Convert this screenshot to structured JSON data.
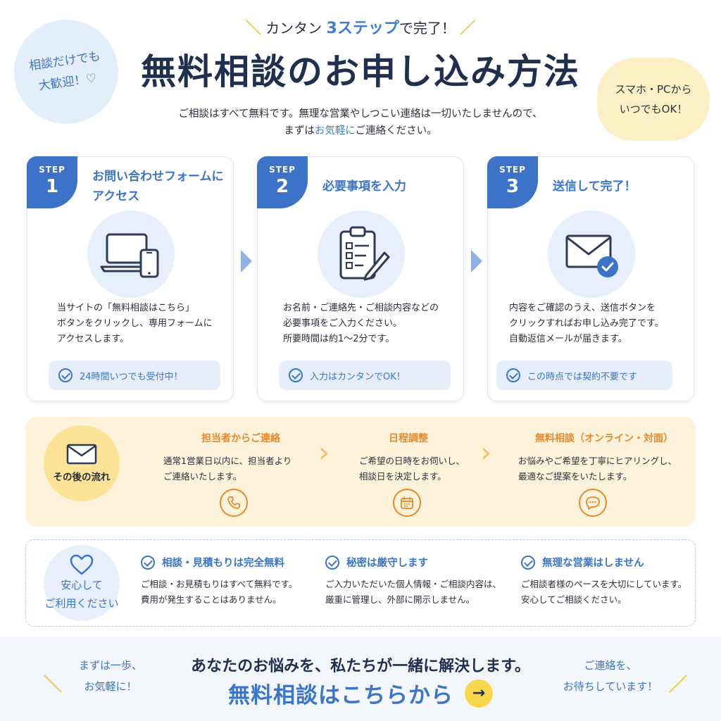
{
  "header": {
    "badge_left": [
      "相談だけでも",
      "大歓迎！♡"
    ],
    "badge_right": [
      "スマホ・PCから",
      "いつでもOK！"
    ],
    "eyebrow_prefix": "カンタン",
    "eyebrow_highlight": "3ステップ",
    "eyebrow_suffix": "で完了！",
    "title": "無料相談のお申し込み方法",
    "lead_line1": "ご相談はすべて無料です。無理な営業やしつこい連絡は一切いたしませんので、",
    "lead_line2_pre": "まずは",
    "lead_line2_hl": "お気軽に",
    "lead_line2_post": "ご連絡ください。"
  },
  "steps": [
    {
      "tab_label": "STEP",
      "number": "1",
      "title": "お問い合わせフォームにアクセス",
      "icon": "laptop-phone-icon",
      "text": [
        "当サイトの「無料相談はこちら」",
        "ボタンをクリックし、専用フォームに",
        "アクセスします。"
      ],
      "pill": "24時間いつでも受付中！"
    },
    {
      "tab_label": "STEP",
      "number": "2",
      "title": "必要事項を入力",
      "icon": "clipboard-pen-icon",
      "text": [
        "お名前・ご連絡先・ご相談内容などの",
        "必要事項をご入力ください。",
        "所要時間は約1〜2分です。"
      ],
      "pill": "入力はカンタンでOK！"
    },
    {
      "tab_label": "STEP",
      "number": "3",
      "title": "送信して完了！",
      "icon": "envelope-check-icon",
      "text": [
        "内容をご確認のうえ、送信ボタンを",
        "クリックすればお申し込み完了です。",
        "自動返信メールが届きます。"
      ],
      "pill": "この時点では契約不要です"
    }
  ],
  "flow": {
    "label": "その後の流れ",
    "items": [
      {
        "title": "担当者からご連絡",
        "text": [
          "通常1営業日以内に、担当者より",
          "ご連絡いたします。"
        ],
        "icon": "phone-icon"
      },
      {
        "title": "日程調整",
        "text": [
          "ご希望の日時をお伺いし、",
          "相談日を決定します。"
        ],
        "icon": "calendar-icon"
      },
      {
        "title": "無料相談（オンライン・対面）",
        "text": [
          "お悩みやご希望を丁寧にヒアリングし、",
          "最適なご提案をいたします。"
        ],
        "icon": "chat-bubble-icon"
      }
    ]
  },
  "safety": {
    "label": [
      "安心して",
      "ご利用ください"
    ],
    "items": [
      {
        "title": "相談・見積もりは完全無料",
        "text": [
          "ご相談・お見積もりはすべて無料です。",
          "費用が発生することはありません。"
        ]
      },
      {
        "title": "秘密は厳守します",
        "text": [
          "ご入力いただいた個人情報・ご相談内容は、",
          "厳重に管理し、外部に開示しません。"
        ]
      },
      {
        "title": "無理な営業はしません",
        "text": [
          "ご相談者様のペースを大切にしています。",
          "安心してご相談ください。"
        ]
      }
    ]
  },
  "footer": {
    "side_left": [
      "まずは一歩、",
      "お気軽に！"
    ],
    "side_right": [
      "ご連絡を、",
      "お待ちしています！"
    ],
    "main": "あなたのお悩みを、私たちが一緒に解決します。",
    "cta": "無料相談はこちらから",
    "cta_arrow": "→"
  },
  "colors": {
    "primary": "#3c72c8",
    "accent_orange": "#e8892c",
    "accent_yellow": "#f9d74d",
    "flow_bg": "#fdf3da"
  }
}
